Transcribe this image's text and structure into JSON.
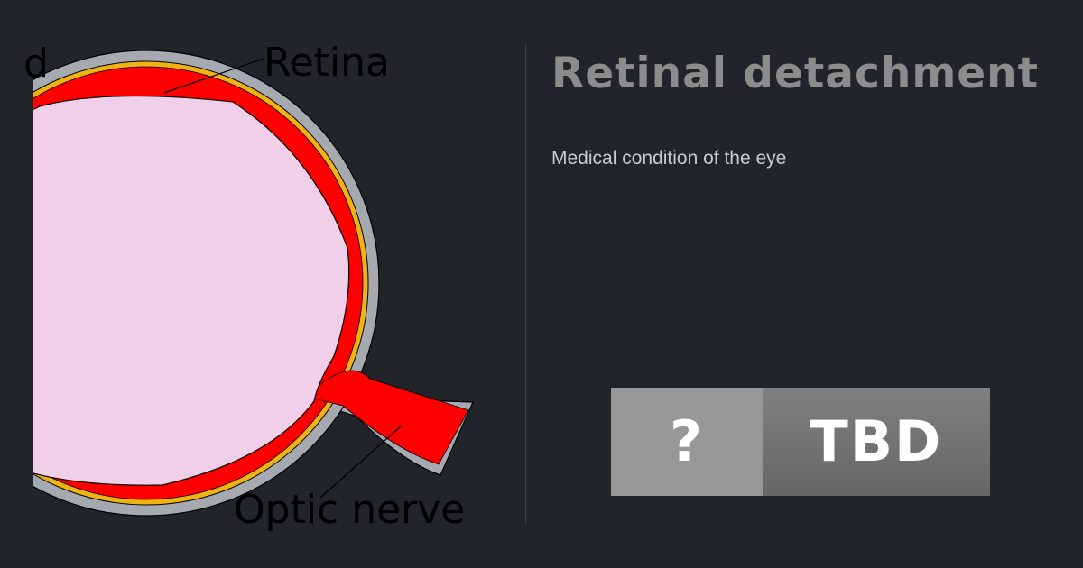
{
  "page": {
    "title": "Retinal detachment",
    "subtitle": "Medical condition of the eye"
  },
  "illustration": {
    "labels": {
      "partial_left": "d",
      "retina": "Retina",
      "optic_nerve": "Optic nerve"
    },
    "colors": {
      "sclera": "#a5a9b0",
      "choroid": "#f0b412",
      "retina": "#ff0000",
      "vitreous": "#f1cfe8"
    }
  },
  "badge": {
    "left_label": "?",
    "right_label": "TBD",
    "colors": {
      "left_bg": "#979797",
      "right_bg": "#737373",
      "text": "#ffffff"
    }
  },
  "colors": {
    "background": "#212428",
    "title": "#8c8c8c",
    "subtitle": "#c8cbcf"
  }
}
